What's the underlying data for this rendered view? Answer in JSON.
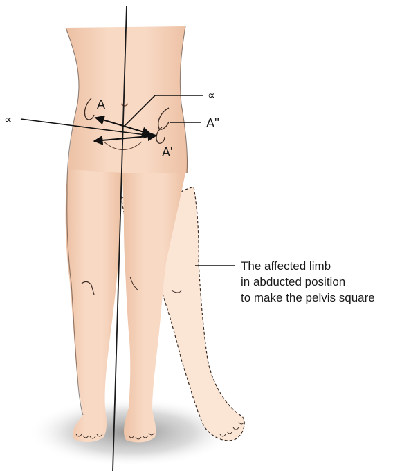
{
  "labels": {
    "alpha_top": "∝",
    "alpha_left": "∝",
    "point_a": "A",
    "point_a_prime": "A'",
    "point_a_double_prime": "A''",
    "caption_line1": "The affected limb",
    "caption_line2": "in abducted position",
    "caption_line3": "to make the pelvis square"
  },
  "colors": {
    "skin": "#f6d2ba",
    "skin_shadow": "#e9b596",
    "affected_limb": "#fbe6d6",
    "outline": "#3a2a22",
    "arrow": "#111111",
    "floor_shadow": "#8a8a8a"
  }
}
